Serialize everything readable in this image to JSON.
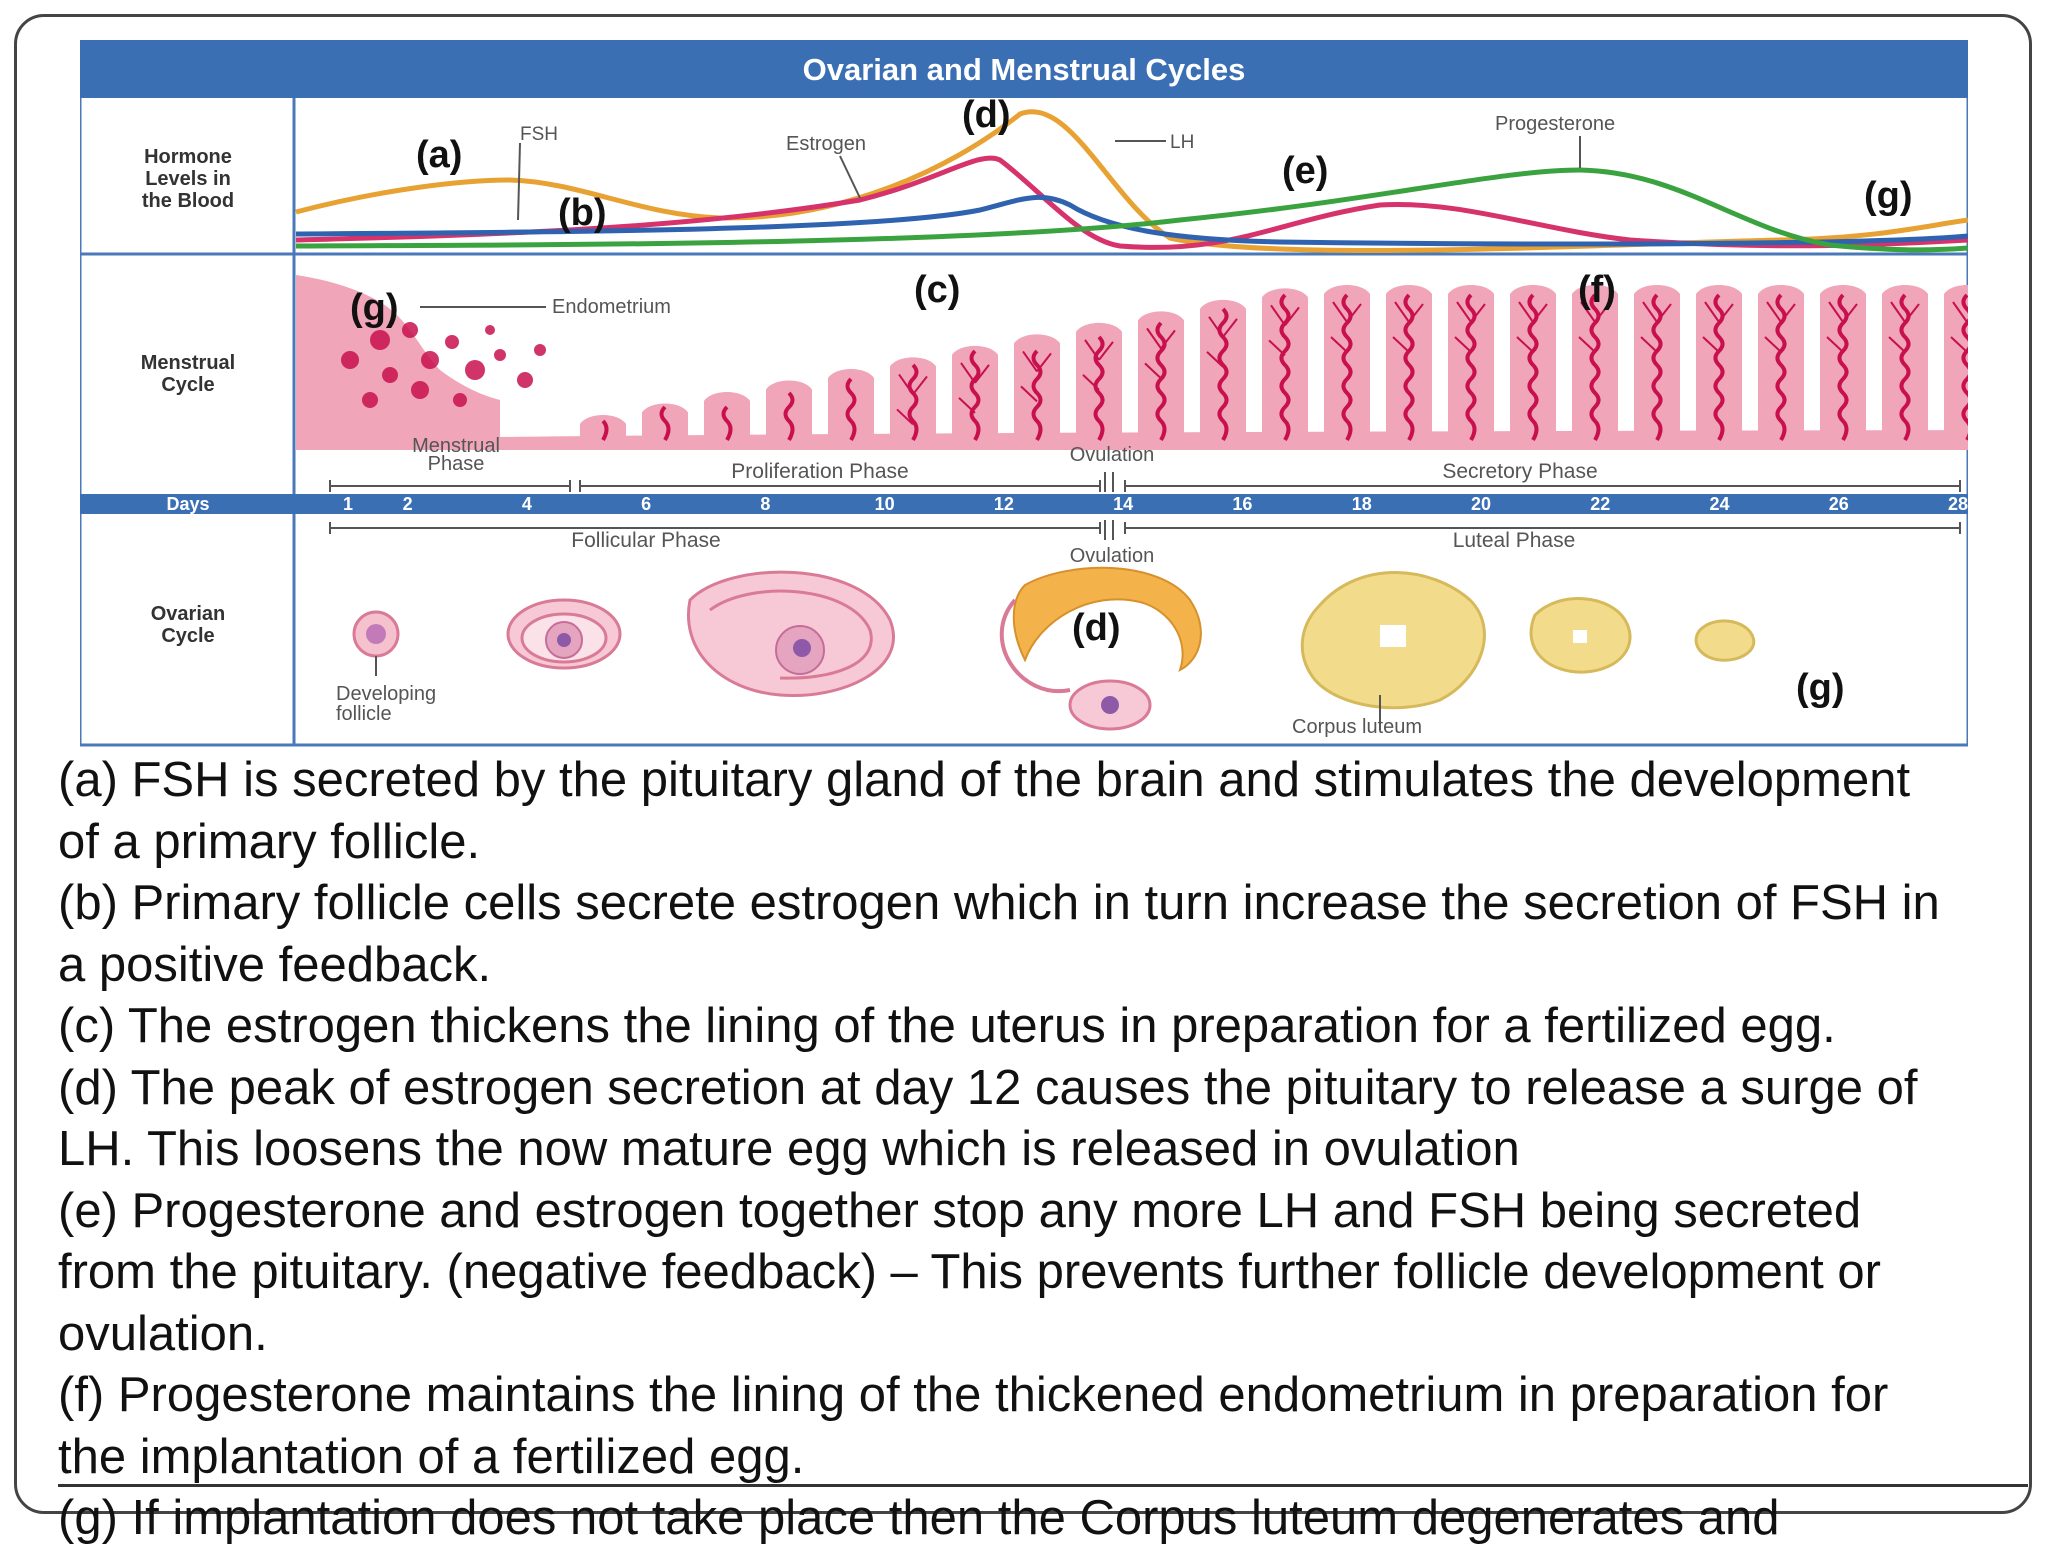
{
  "diagram": {
    "title": "Ovarian and Menstrual Cycles",
    "rows": {
      "hormone": "Hormone|Levels in|the Blood",
      "menstrual": "Menstrual|Cycle",
      "days": "Days",
      "ovarian": "Ovarian|Cycle"
    },
    "hormones": {
      "fsh": "FSH",
      "estrogen": "Estrogen",
      "lh": "LH",
      "progesterone": "Progesterone"
    },
    "colors": {
      "header": "#3b6fb4",
      "fsh": "#e8a233",
      "estrogen": "#d6336c",
      "lh": "#2f63b0",
      "progesterone": "#3aa33f",
      "endometrium": "#f0a5b8",
      "vessel": "#c8104e",
      "corpus": "#f2dc8c"
    },
    "endometrium_label": "Endometrium",
    "phases": {
      "menstrual": "Menstrual|Phase",
      "proliferation": "Proliferation Phase",
      "ovulation_top": "Ovulation",
      "secretory": "Secretory Phase",
      "follicular": "Follicular Phase",
      "ovulation_bottom": "Ovulation",
      "luteal": "Luteal Phase"
    },
    "days": [
      "1",
      "2",
      "4",
      "6",
      "8",
      "10",
      "12",
      "14",
      "16",
      "18",
      "20",
      "22",
      "24",
      "26",
      "28"
    ],
    "ovarian_labels": {
      "developing": "Developing|follicle",
      "corpus": "Corpus luteum"
    },
    "markers": {
      "a": "(a)",
      "b": "(b)",
      "c": "(c)",
      "d_top": "(d)",
      "e": "(e)",
      "f": "(f)",
      "g_top": "(g)",
      "g_mid": "(g)",
      "d_bottom": "(d)",
      "g_bottom": "(g)"
    }
  },
  "captions": [
    "(a) FSH is secreted by the pituitary gland of the brain and stimulates the development",
    "of a primary follicle.",
    "(b) Primary follicle cells secrete estrogen which in turn increase the secretion of FSH in",
    "a positive feedback.",
    "(c) The estrogen thickens the lining of the uterus in preparation for a fertilized egg.",
    "(d) The peak of estrogen secretion at day 12 causes the pituitary to release a surge of",
    "LH. This loosens the now mature egg which is released in ovulation",
    "(e) Progesterone and estrogen together stop any more LH and FSH being secreted",
    "from the pituitary. (negative feedback) – This prevents further follicle development or",
    "ovulation.",
    "(f) Progesterone maintains the lining of the thickened endometrium in preparation for",
    "the implantation of a fertilized egg.",
    "(g) If implantation does not take place then the Corpus luteum degenerates and"
  ]
}
